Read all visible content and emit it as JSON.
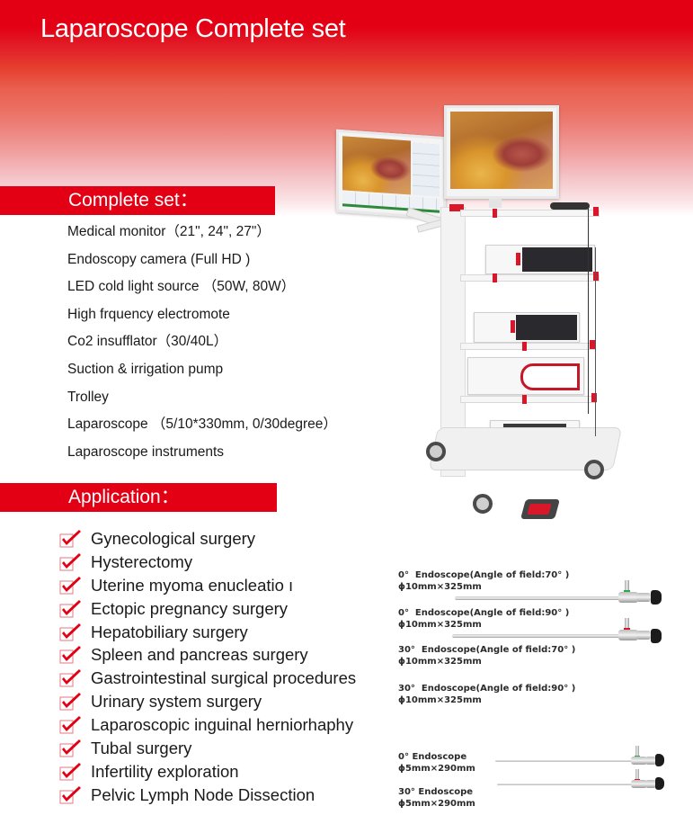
{
  "header": {
    "title": "Laparoscope Complete set"
  },
  "colors": {
    "brand_red": "#e30014",
    "text": "#1a1a1a",
    "white": "#ffffff"
  },
  "complete_set": {
    "heading": "Complete set：",
    "items": [
      "Medical monitor（21\", 24\", 27\"）",
      "Endoscopy camera (Full HD )",
      "LED cold light source （50W, 80W）",
      "High frquency electromote",
      "Co2 insufflator（30/40L）",
      "Suction & irrigation pump",
      "Trolley",
      "Laparoscope （5/10*330mm, 0/30degree）",
      "Laparoscope instruments"
    ]
  },
  "application": {
    "heading": "Application：",
    "check_icon": "red-checkmark-box-icon",
    "items": [
      "Gynecological surgery",
      "Hysterectomy",
      "Uterine myoma enucleatio ı",
      "Ectopic pregnancy surgery",
      "Hepatobiliary surgery",
      "Spleen and pancreas surgery",
      "Gastrointestinal surgical procedures",
      "Urinary system surgery",
      "Laparoscopic inguinal herniorhaphy",
      "Tubal surgery",
      "Infertility exploration",
      "Pelvic Lymph Node Dissection"
    ]
  },
  "product_image": {
    "description": "Laparoscopy trolley with two medical monitors, camera unit, light source, insufflator, printer and foot pedal"
  },
  "endoscopes": [
    {
      "line1": "0°  Endoscope(Angle of field:70° )",
      "line2": "ϕ10mm×325mm"
    },
    {
      "line1": "0°  Endoscope(Angle of field:90° )",
      "line2": "ϕ10mm×325mm"
    },
    {
      "line1": "30°  Endoscope(Angle of field:70° )",
      "line2": "ϕ10mm×325mm"
    },
    {
      "line1": "30°  Endoscope(Angle of field:90° )",
      "line2": "ϕ10mm×325mm"
    },
    {
      "line1": "0° Endoscope",
      "line2": "ϕ5mm×290mm"
    },
    {
      "line1": "30° Endoscope",
      "line2": "ϕ5mm×290mm"
    }
  ]
}
